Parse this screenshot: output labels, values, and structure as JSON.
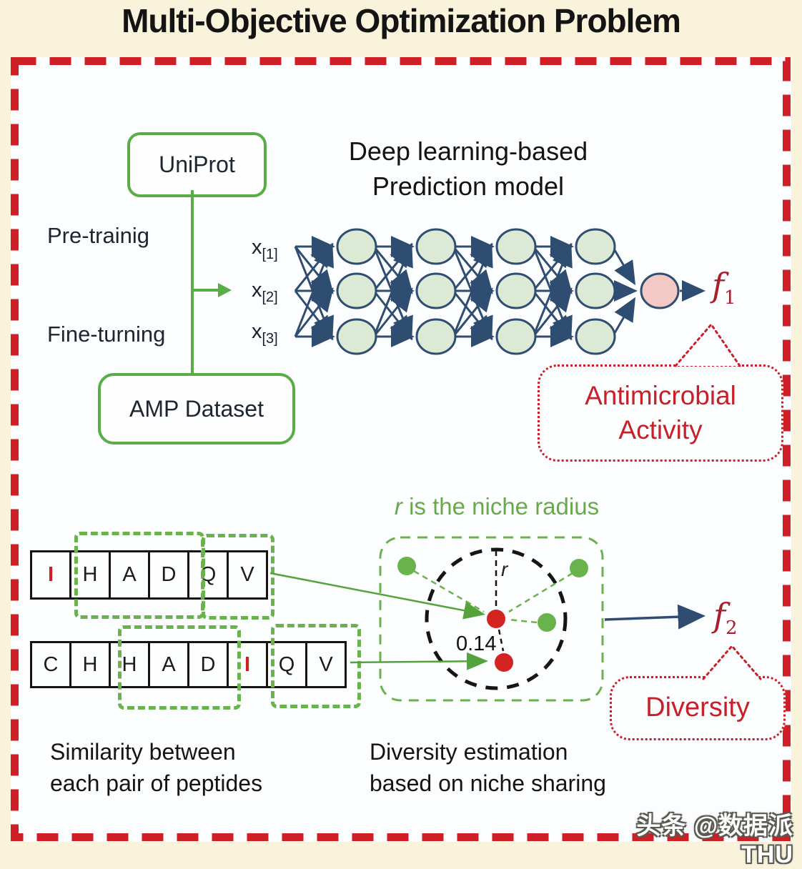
{
  "title": "Multi-Objective Optimization Problem",
  "top": {
    "uniprot_label": "UniProt",
    "amp_dataset_label": "AMP Dataset",
    "pretraining_label": "Pre-trainig",
    "finetuning_label": "Fine-turning",
    "model_title_line1": "Deep learning-based",
    "model_title_line2": "Prediction model",
    "inputs": [
      {
        "base": "x",
        "sub": "[1]"
      },
      {
        "base": "x",
        "sub": "[2]"
      },
      {
        "base": "x",
        "sub": "[3]"
      }
    ],
    "f1": {
      "base": "f",
      "sub": "1"
    },
    "bubble_line1": "Antimicrobial",
    "bubble_line2": "Activity"
  },
  "bottom": {
    "niche_title_italic": "r",
    "niche_title_rest": " is the niche radius",
    "radius_label": "r",
    "distance_value": "0.14",
    "f2": {
      "base": "f",
      "sub": "2"
    },
    "bubble_label": "Diversity",
    "caption_left_line1": "Similarity between",
    "caption_left_line2": "each pair of peptides",
    "caption_right_line1": "Diversity estimation",
    "caption_right_line2": "based on niche sharing",
    "peptide_row1": [
      "I",
      "H",
      "A",
      "D",
      "Q",
      "V"
    ],
    "peptide_row1_red_indices": [
      0
    ],
    "peptide_row2": [
      "C",
      "H",
      "H",
      "A",
      "D",
      "I",
      "Q",
      "V"
    ],
    "peptide_row2_red_indices": [
      5
    ]
  },
  "watermark": "头条 @数据派THU",
  "colors": {
    "background_outer": "#f8f3da",
    "background_inner": "#fcfdfe",
    "border_red": "#ce2026",
    "accent_green": "#5aad46",
    "dash_green": "#6ab34c",
    "navy": "#2e4d71",
    "node_green_fill": "#dcead5",
    "output_pink_fill": "#f2c9c4",
    "red_text": "#c8202a",
    "green_dot": "#6ab34c",
    "red_dot": "#d42422"
  }
}
